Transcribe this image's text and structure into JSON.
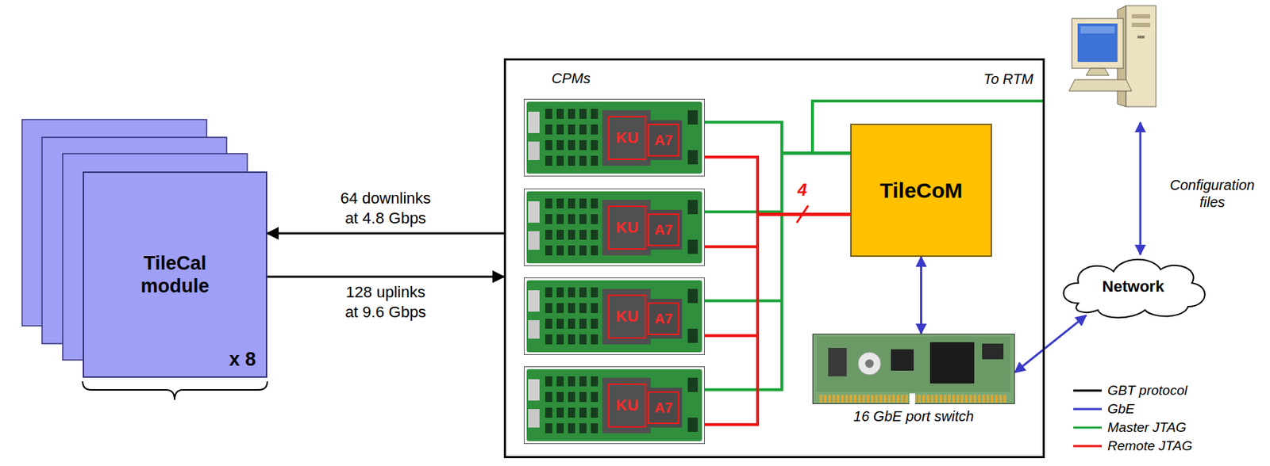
{
  "diagram": {
    "nodes": [
      {
        "text": [
          "TileCal module",
          "x 8"
        ]
      },
      {
        "text": [
          "CPMs"
        ]
      },
      {
        "text": [
          "KU",
          "A7"
        ],
        "in": 1
      },
      {
        "text": [
          "KU",
          "A7"
        ],
        "in": 1
      },
      {
        "text": [
          "KU",
          "A7"
        ],
        "in": 1
      },
      {
        "text": [
          "KU",
          "A7"
        ],
        "in": 1
      },
      {
        "text": [
          "TileCoM"
        ],
        "in": 1
      },
      {
        "text": [
          "16 GbE port switch"
        ],
        "in": 1
      },
      {
        "text": [
          "Network"
        ]
      }
    ],
    "edges": [
      {
        "from": 1,
        "to": 0,
        "arrow": "to",
        "label": "64 downlinks at 4.8 Gbps"
      },
      {
        "from": 0,
        "to": 1,
        "arrow": "to",
        "label": "128 uplinks at 9.6 Gbps"
      },
      {
        "from": 2,
        "to": 6,
        "arrow": "none"
      },
      {
        "from": 3,
        "to": 6,
        "arrow": "none"
      },
      {
        "from": 4,
        "to": 6,
        "arrow": "none"
      },
      {
        "from": 5,
        "to": 6,
        "arrow": "none"
      },
      {
        "from": 2,
        "to": 6,
        "arrow": "none"
      },
      {
        "from": 3,
        "to": 6,
        "arrow": "none"
      },
      {
        "from": 4,
        "to": 6,
        "arrow": "none"
      },
      {
        "from": 5,
        "to": 6,
        "arrow": "none"
      },
      {
        "from": 6,
        "to": 7,
        "arrow": "both"
      },
      {
        "from": 7,
        "to": 8,
        "arrow": "both"
      }
    ],
    "labels": [
      "To RTM",
      "4",
      "Configuration files"
    ],
    "legend": [
      {
        "text": "GBT protocol"
      },
      {
        "text": "GbE"
      },
      {
        "text": "Master JTAG"
      },
      {
        "text": "Remote JTAG"
      }
    ]
  }
}
